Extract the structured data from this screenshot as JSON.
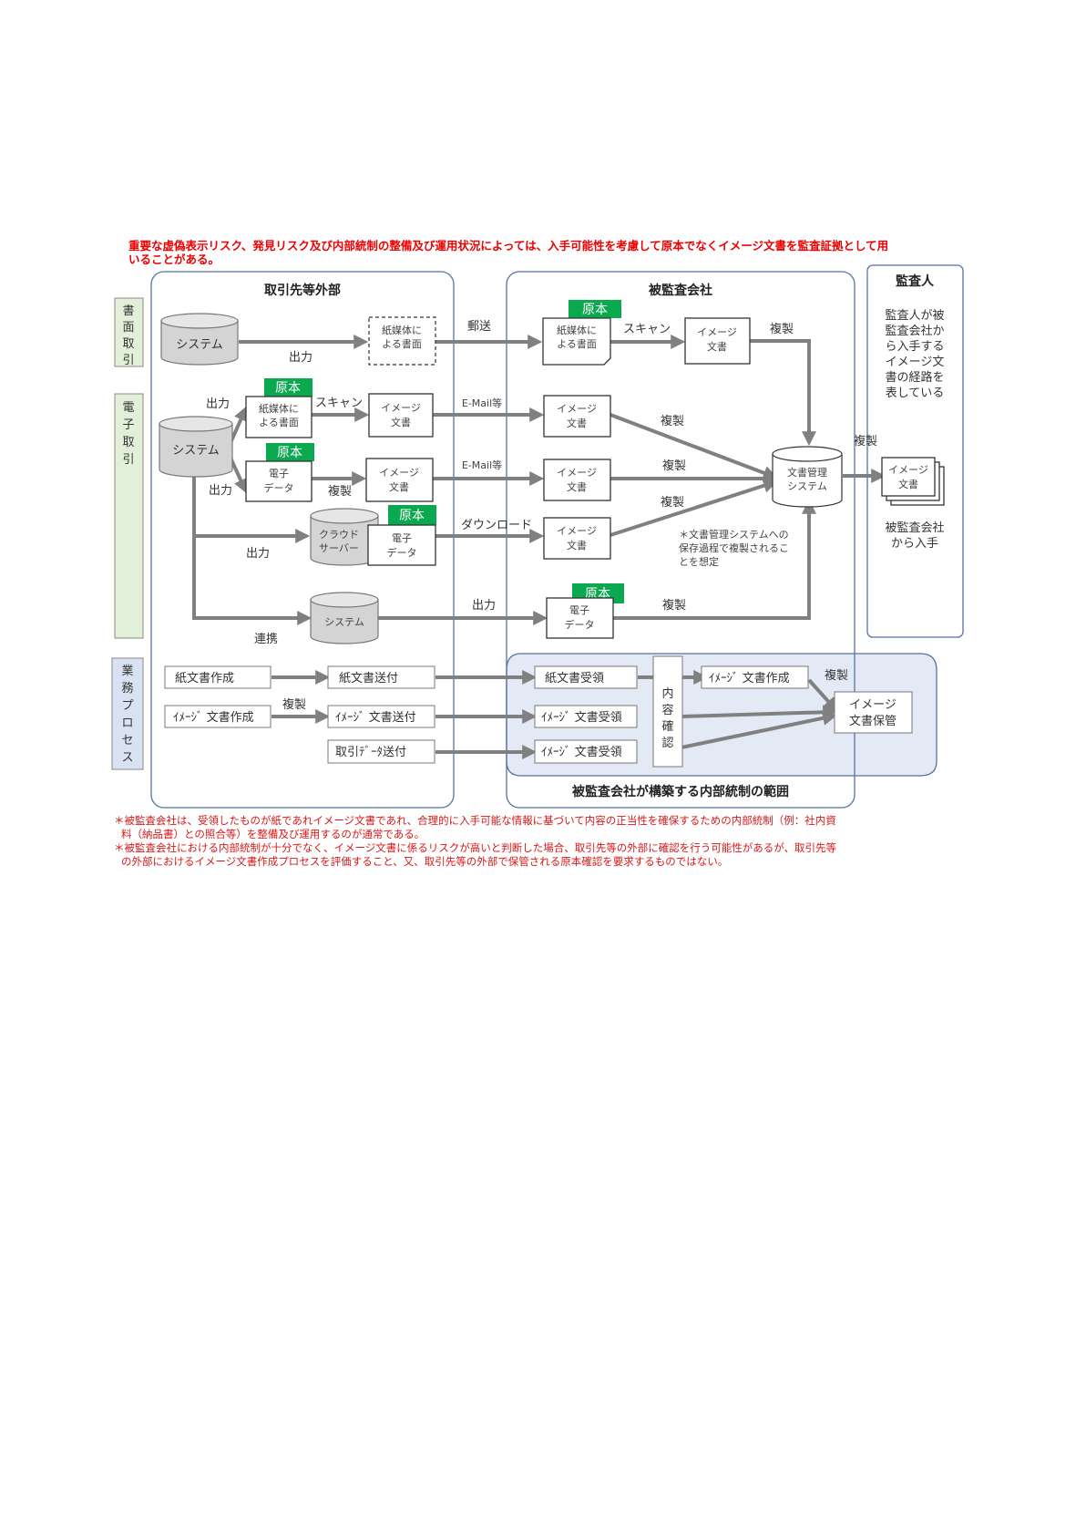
{
  "header_note": {
    "line1": "重要な虚偽表示リスク、発見リスク及び内部統制の整備及び運用状況によっては、入手可能性を考慮して原本でなくイメージ文書を監査証拠として用",
    "line2": "いることがある。"
  },
  "side_labels": {
    "paper": [
      "書",
      "面",
      "取",
      "引"
    ],
    "electronic": [
      "電",
      "子",
      "取",
      "引"
    ],
    "process": [
      "業",
      "務",
      "プ",
      "ロ",
      "セ",
      "ス"
    ]
  },
  "groups": {
    "external": "取引先等外部",
    "audited": "被監査会社",
    "auditor": "監査人",
    "control_scope": "被監査会社が構築する内部統制の範囲"
  },
  "auditor_panel": {
    "description": [
      "監査人が被",
      "監査会社か",
      "ら入手する",
      "イメージ文",
      "書の経路を",
      "表している"
    ],
    "doc_label": [
      "イメージ",
      "文書"
    ],
    "caption": [
      "被監査会社",
      "から入手"
    ],
    "copy_label": "複製"
  },
  "tags": {
    "original": "原本"
  },
  "nodes": {
    "system": "システム",
    "paper_doc": [
      "紙媒体に",
      "よる書面"
    ],
    "image_doc": [
      "イメージ",
      "文書"
    ],
    "e_data": [
      "電子",
      "データ"
    ],
    "cloud": [
      "クラウド",
      "サーバー"
    ],
    "dms": [
      "文書管理",
      "システム"
    ]
  },
  "edge_labels": {
    "output": "出力",
    "mail": "郵送",
    "scan": "スキャン",
    "copy": "複製",
    "email": "E-Mail等",
    "download": "ダウンロード",
    "link": "連携"
  },
  "dms_note": [
    "＊文書管理システムへの",
    "保存過程で複製されるこ",
    "とを想定"
  ],
  "process": {
    "ext": [
      "紙文書作成",
      "紙文書送付",
      "ｲﾒｰｼﾞ 文書作成",
      "ｲﾒｰｼﾞ 文書送付",
      "取引ﾃﾞｰﾀ送付"
    ],
    "int": [
      "紙文書受領",
      "ｲﾒｰｼﾞ 文書受領",
      "ｲﾒｰｼﾞ 文書受領",
      "ｲﾒｰｼﾞ 文書作成"
    ],
    "check": [
      "内",
      "容",
      "確",
      "認"
    ],
    "storage": [
      "イメージ",
      "文書保管"
    ],
    "copy": "複製"
  },
  "footnotes": [
    "＊被監査会社は、受領したものが紙であれイメージ文書であれ、合理的に入手可能な情報に基づいて内容の正当性を確保するための内部統制（例：社内資",
    "料（納品書）との照合等）を整備及び運用するのが通常である。",
    "＊被監査会社における内部統制が十分でなく、イメージ文書に係るリスクが高いと判断した場合、取引先等の外部に確認を行う可能性があるが、取引先等",
    "の外部におけるイメージ文書作成プロセスを評価すること、又、取引先等の外部で保管される原本確認を要求するものではない。"
  ]
}
